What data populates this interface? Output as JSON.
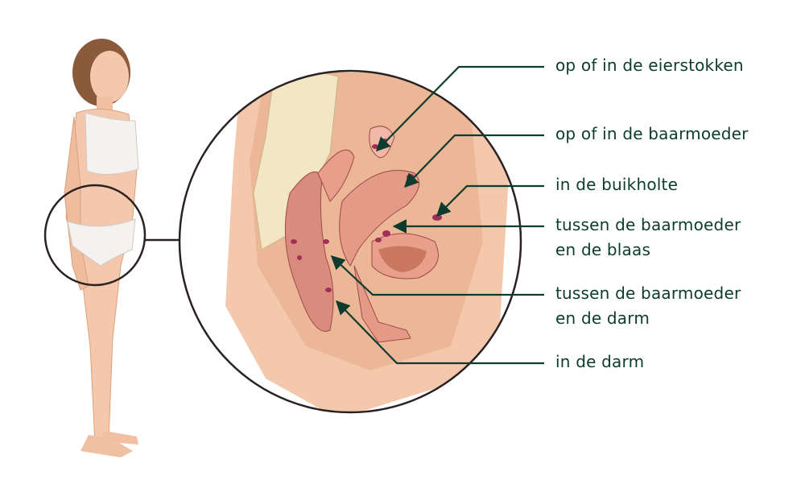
{
  "colors": {
    "label": "#0d3b2e",
    "skin": "#f4c8ac",
    "lesion": "#a0305a",
    "outline": "#2a2222"
  },
  "labels": [
    {
      "id": "ovaries",
      "lines": [
        "op of in de eierstokken"
      ]
    },
    {
      "id": "uterus",
      "lines": [
        "op of in de baarmoeder"
      ]
    },
    {
      "id": "abdominal-cavity",
      "lines": [
        "in de buikholte"
      ]
    },
    {
      "id": "uterus-bladder",
      "lines": [
        "tussen de baarmoeder",
        "en de blaas"
      ]
    },
    {
      "id": "uterus-bowel",
      "lines": [
        "tussen de baarmoeder",
        "en de darm"
      ]
    },
    {
      "id": "bowel",
      "lines": [
        "in de darm"
      ]
    }
  ]
}
